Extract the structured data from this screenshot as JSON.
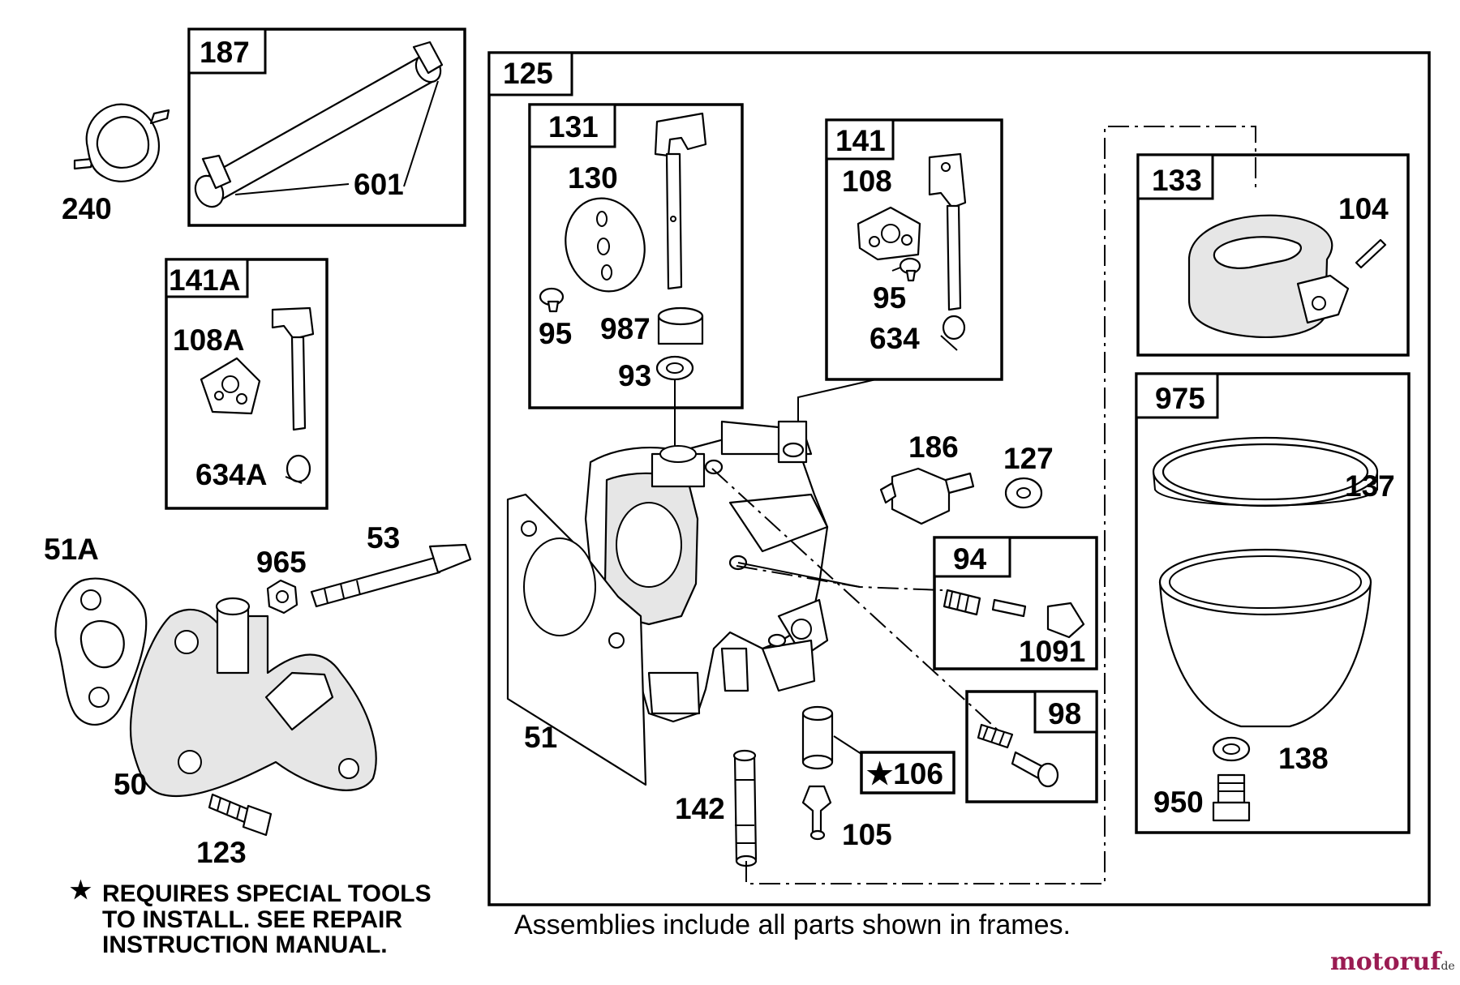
{
  "title": "",
  "frames": {
    "f187": "187",
    "f141A": "141A",
    "f125": "125",
    "f131": "131",
    "f141": "141",
    "f133": "133",
    "f975": "975",
    "f94": "94",
    "f98": "98",
    "f106": "★106"
  },
  "labels": {
    "p240": "240",
    "p601": "601",
    "p108A": "108A",
    "p634A": "634A",
    "p51A": "51A",
    "p965": "965",
    "p53": "53",
    "p50": "50",
    "p123": "123",
    "p130": "130",
    "p95a": "95",
    "p987": "987",
    "p93": "93",
    "p108": "108",
    "p95b": "95",
    "p634": "634",
    "p104": "104",
    "p186": "186",
    "p127": "127",
    "p137": "137",
    "p1091": "1091",
    "p51": "51",
    "p142": "142",
    "p105": "105",
    "p138": "138",
    "p950": "950"
  },
  "note": {
    "star": "★",
    "line1": "REQUIRES SPECIAL TOOLS",
    "line2": "TO INSTALL.  SEE REPAIR",
    "line3": "INSTRUCTION MANUAL."
  },
  "footer": "Assemblies include all parts shown in frames.",
  "watermark": {
    "brand": "motoruf",
    "suffix": ".de",
    "brand_color": "#9a1b52"
  }
}
